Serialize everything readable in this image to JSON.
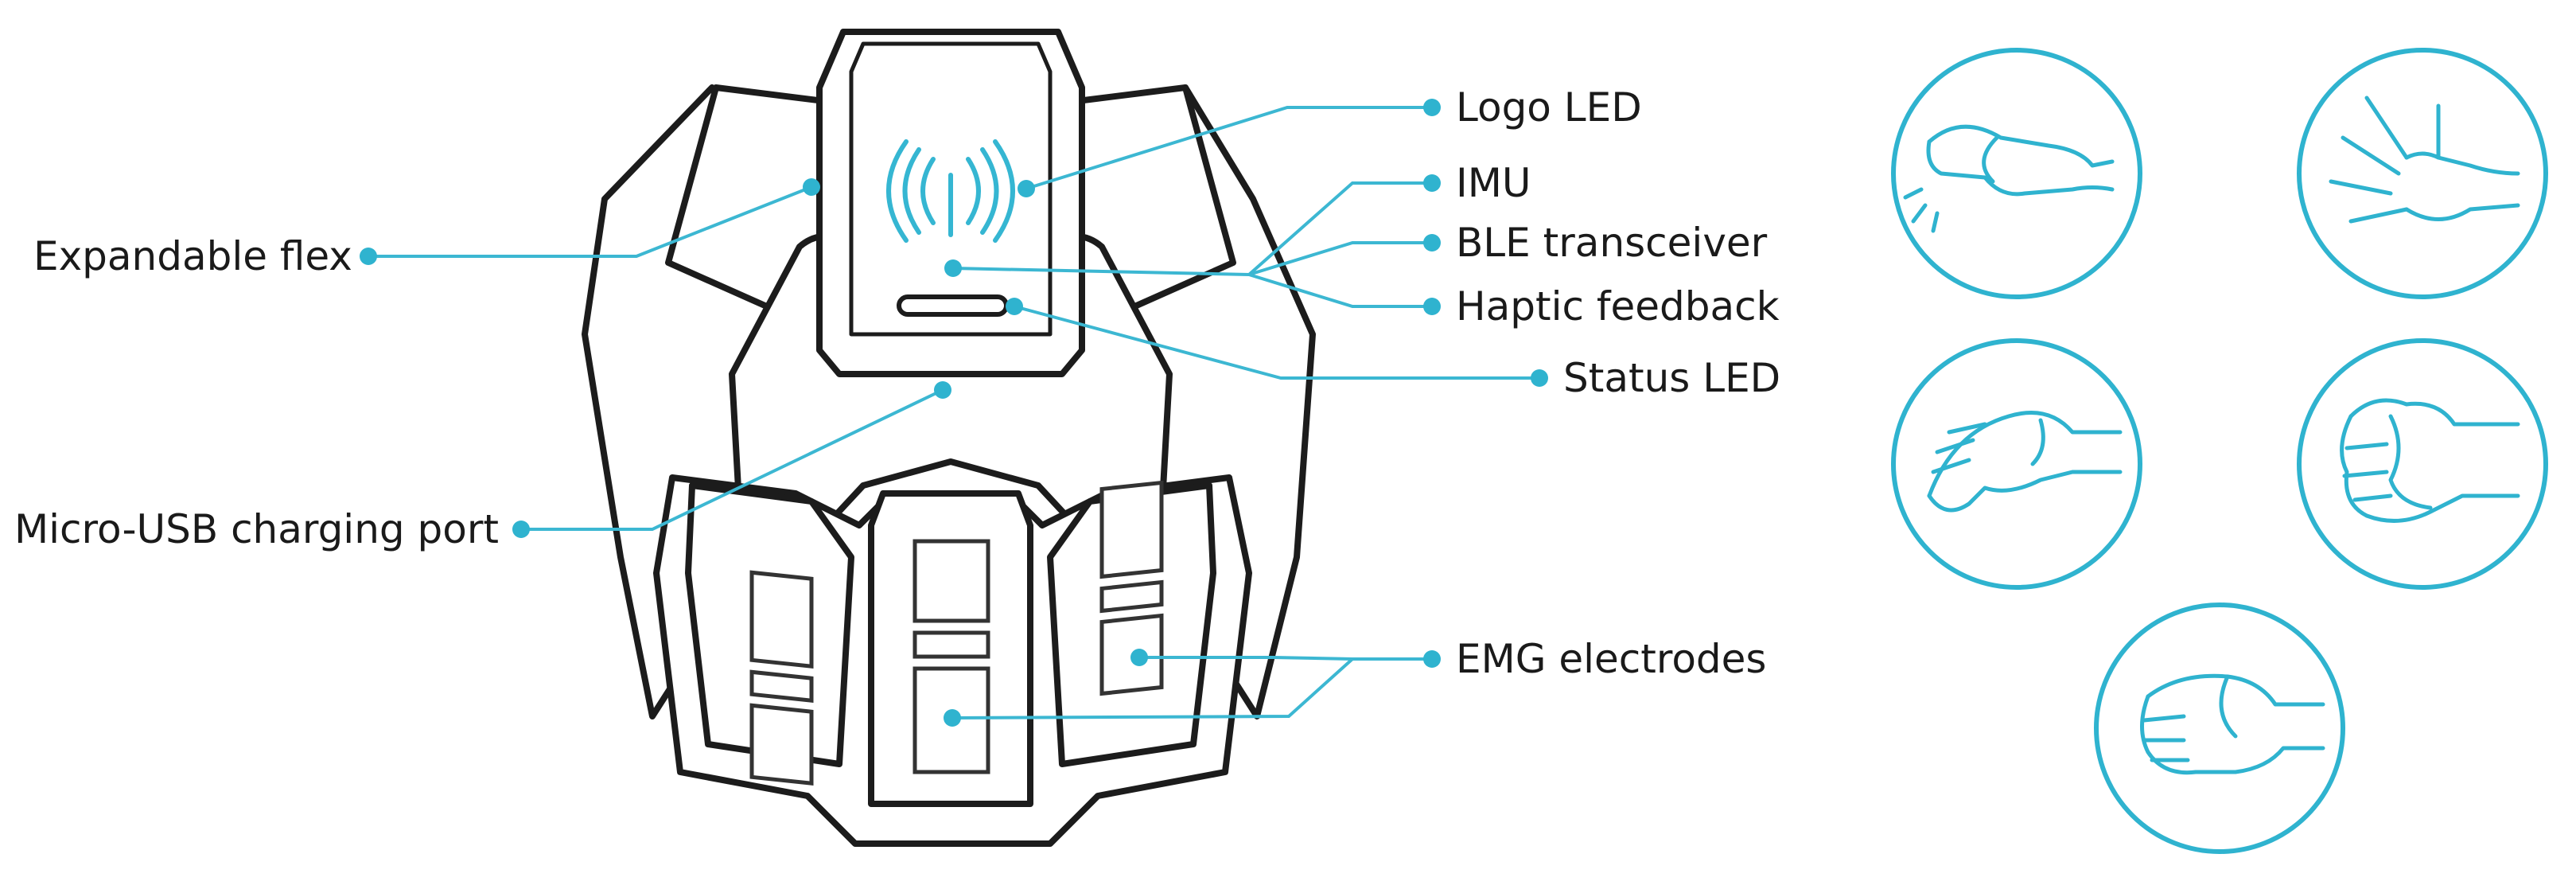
{
  "labels": {
    "logo_led": "Logo LED",
    "imu": "IMU",
    "ble_transceiver": "BLE transceiver",
    "haptic_feedback": "Haptic feedback",
    "status_led": "Status LED",
    "expandable_flex": "Expandable flex",
    "micro_usb": "Micro-USB charging port",
    "emg_electrodes": "EMG electrodes"
  },
  "colors": {
    "accent": "#2fb3cf",
    "outline": "#1c1c1c",
    "text": "#1a1a1a"
  },
  "gesture_icons": [
    "double-tap-gesture-icon",
    "fingers-spread-gesture-icon",
    "wave-in-gesture-icon",
    "fist-gesture-icon",
    "wave-out-gesture-icon"
  ]
}
